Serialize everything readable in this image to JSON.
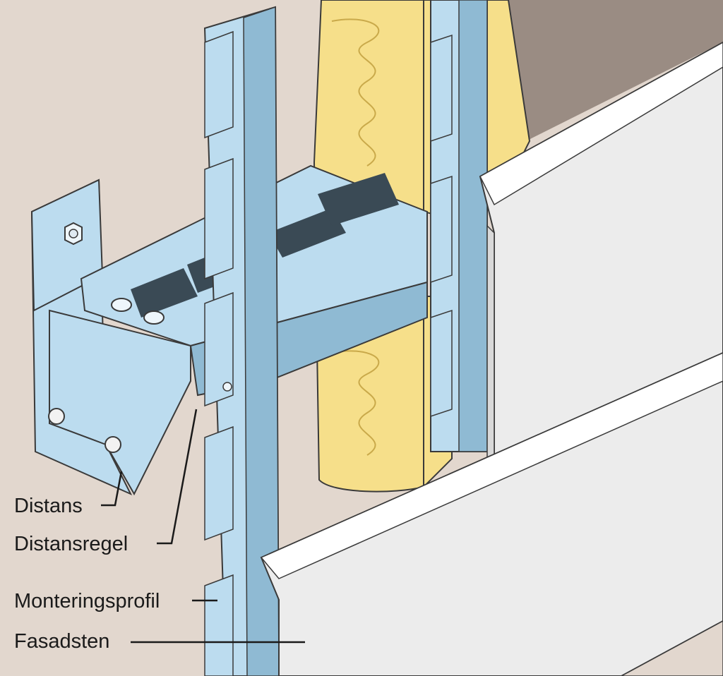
{
  "labels": {
    "distans": "Distans",
    "distansregel": "Distansregel",
    "monteringsprofil": "Monteringsprofil",
    "fasadsten": "Fasadsten"
  },
  "colors": {
    "background": "#e2d7ce",
    "wall_shadow": "#9a8c83",
    "insulation": "#f6df8a",
    "insulation_pattern": "#c9a94a",
    "metal": "#bcdcef",
    "metal_dark": "#8fbad3",
    "facade_stone": "#ececec",
    "facade_stone_edge": "#ffffff",
    "outline": "#3a3a3a"
  }
}
